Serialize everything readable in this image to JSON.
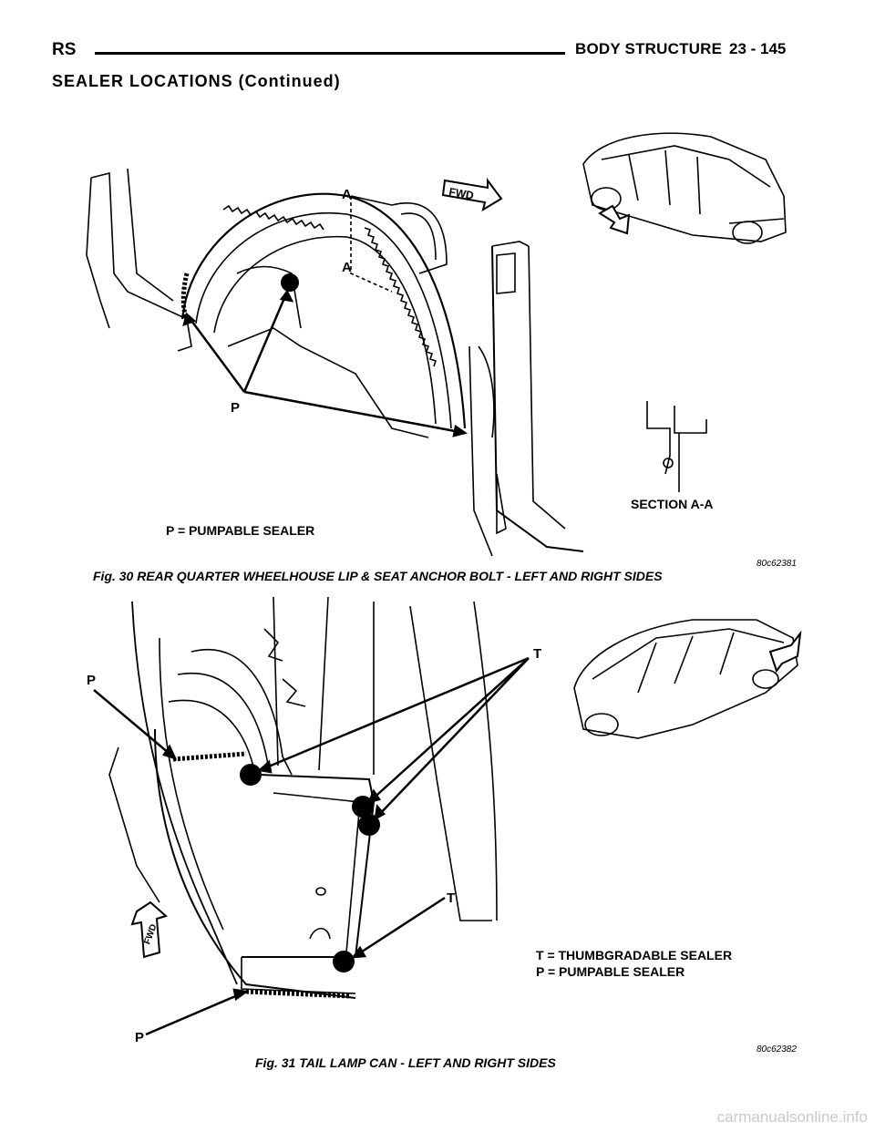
{
  "header": {
    "left": "RS",
    "title": "BODY STRUCTURE",
    "page": "23 - 145"
  },
  "section_heading": "SEALER LOCATIONS (Continued)",
  "figure30": {
    "label_A_top": "A",
    "label_A_bottom": "A",
    "fwd": "FWD",
    "label_P": "P",
    "section": "SECTION A-A",
    "legend_P": "P = PUMPABLE SEALER",
    "code": "80c62381",
    "caption": "Fig. 30 REAR QUARTER WHEELHOUSE LIP & SEAT ANCHOR BOLT - LEFT AND RIGHT SIDES"
  },
  "figure31": {
    "label_T_top": "T",
    "label_T_mid": "T",
    "label_P_top": "P",
    "label_P_bottom": "P",
    "fwd": "FWD",
    "legend_T": "T = THUMBGRADABLE SEALER",
    "legend_P": "P = PUMPABLE SEALER",
    "code": "80c62382",
    "caption": "Fig. 31 TAIL LAMP CAN - LEFT AND RIGHT SIDES"
  },
  "watermark": "carmanualsonline.info"
}
